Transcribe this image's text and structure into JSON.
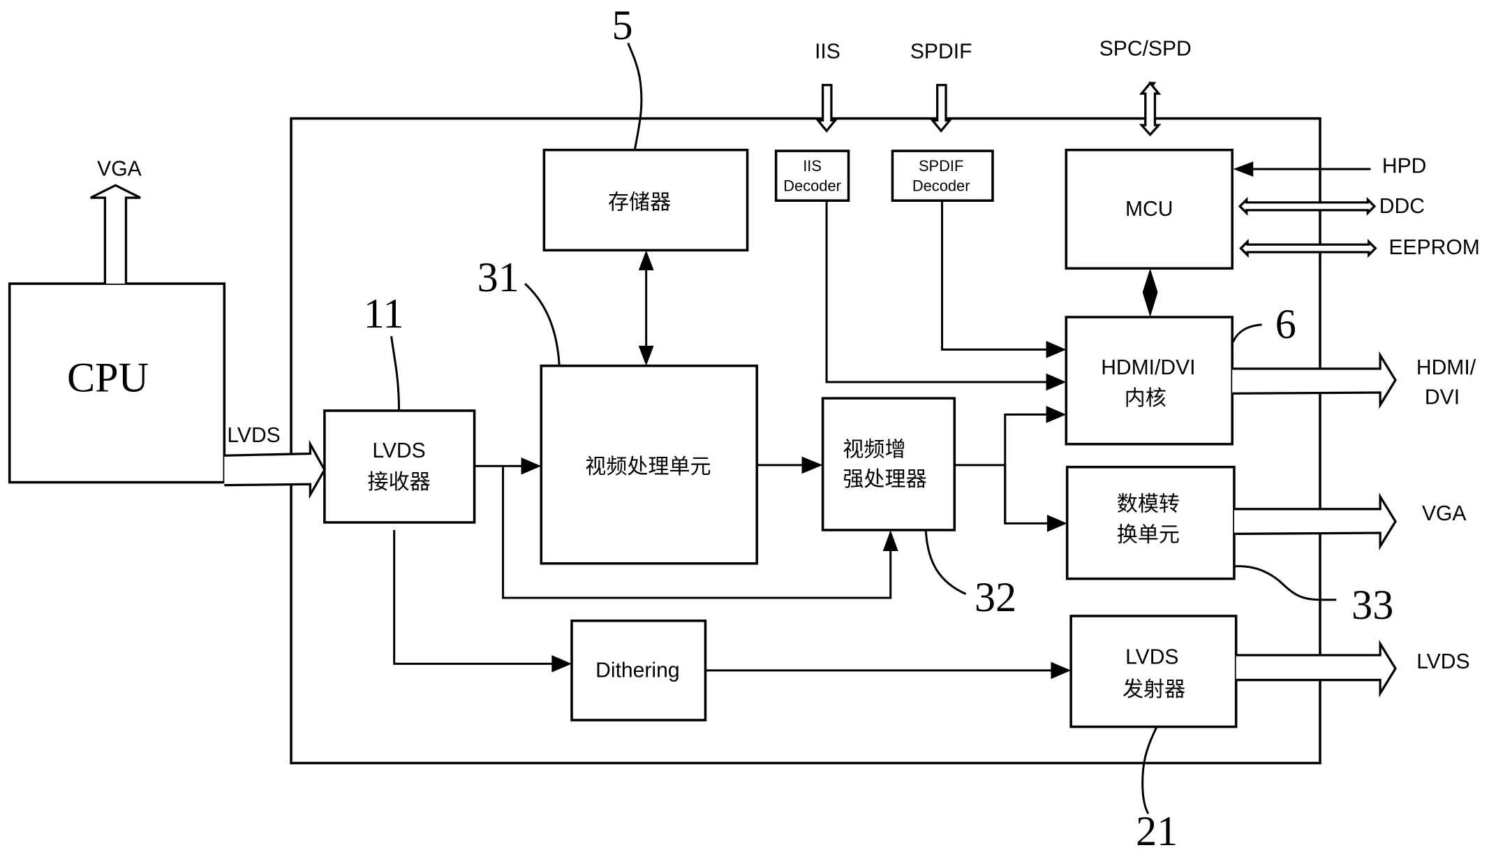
{
  "diagram": {
    "blocks": {
      "cpu": {
        "label": "CPU"
      },
      "lvds_receiver": {
        "line1": "LVDS",
        "line2": "接收器"
      },
      "memory": {
        "label": "存储器"
      },
      "video_processing_unit": {
        "label": "视频处理单元"
      },
      "video_enhance_processor": {
        "line1": "视频增",
        "line2": "强处理器"
      },
      "iis_decoder": {
        "line1": "IIS",
        "line2": "Decoder"
      },
      "spdif_decoder": {
        "line1": "SPDIF",
        "line2": "Decoder"
      },
      "mcu": {
        "label": "MCU"
      },
      "hdmi_dvi_core": {
        "line1": "HDMI/DVI",
        "line2": "内核"
      },
      "dac_unit": {
        "line1": "数模转",
        "line2": "换单元"
      },
      "dithering": {
        "label": "Dithering"
      },
      "lvds_transmitter": {
        "line1": "LVDS",
        "line2": "发射器"
      }
    },
    "signals": {
      "cpu_vga": "VGA",
      "cpu_lvds": "LVDS",
      "iis": "IIS",
      "spdif": "SPDIF",
      "spc_spd": "SPC/SPD",
      "hpd": "HPD",
      "ddc": "DDC",
      "eeprom": "EEPROM",
      "hdmi_dvi_out_line1": "HDMI/",
      "hdmi_dvi_out_line2": "DVI",
      "vga_out": "VGA",
      "lvds_out": "LVDS"
    },
    "reference_numerals": {
      "memory": "5",
      "video_processing_unit": "31",
      "lvds_receiver": "11",
      "hdmi_dvi_core": "6",
      "video_enhance_processor": "32",
      "dac_unit": "33",
      "lvds_transmitter": "21"
    }
  }
}
